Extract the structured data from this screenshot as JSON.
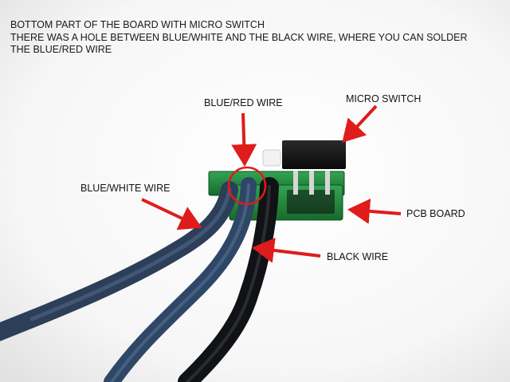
{
  "caption": {
    "line1": "BOTTOM PART OF THE BOARD WITH MICRO SWITCH",
    "line2": "THERE WAS A HOLE BETWEEN BLUE/WHITE AND THE BLACK WIRE, WHERE YOU CAN SOLDER",
    "line3": "THE BLUE/RED WIRE"
  },
  "labels": {
    "blue_red_wire": "BLUE/RED WIRE",
    "micro_switch": "MICRO SWITCH",
    "blue_white_wire": "BLUE/WHITE WIRE",
    "pcb_board": "PCB BOARD",
    "black_wire": "BLACK WIRE"
  },
  "colors": {
    "arrow": "#e01b1b",
    "pcb": "#1f8a3a",
    "blue_wire": "#2c3e58",
    "black_wire": "#101215",
    "background": "#ffffff"
  }
}
